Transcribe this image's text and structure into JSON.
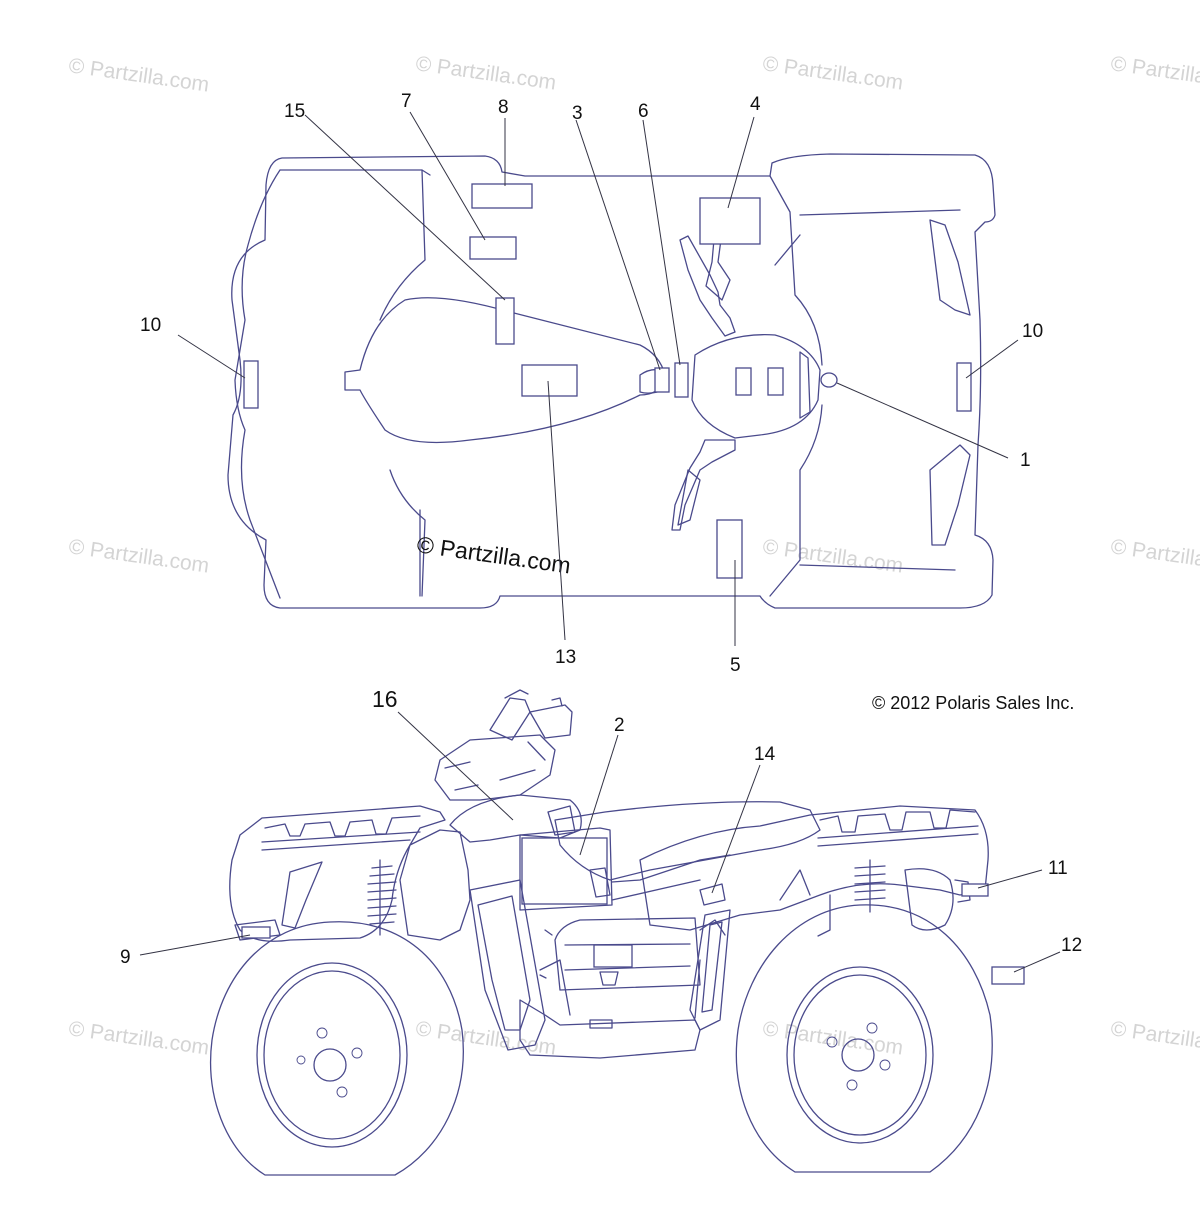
{
  "watermark": "© Partzilla.com",
  "main_watermark": "© Partzilla.com",
  "copyright": "© 2012 Polaris Sales Inc.",
  "callouts": {
    "c1": "1",
    "c2": "2",
    "c3": "3",
    "c4": "4",
    "c5": "5",
    "c6": "6",
    "c7": "7",
    "c8": "8",
    "c9": "9",
    "c10a": "10",
    "c10b": "10",
    "c11": "11",
    "c12": "12",
    "c13": "13",
    "c14": "14",
    "c15": "15",
    "c16": "16"
  }
}
